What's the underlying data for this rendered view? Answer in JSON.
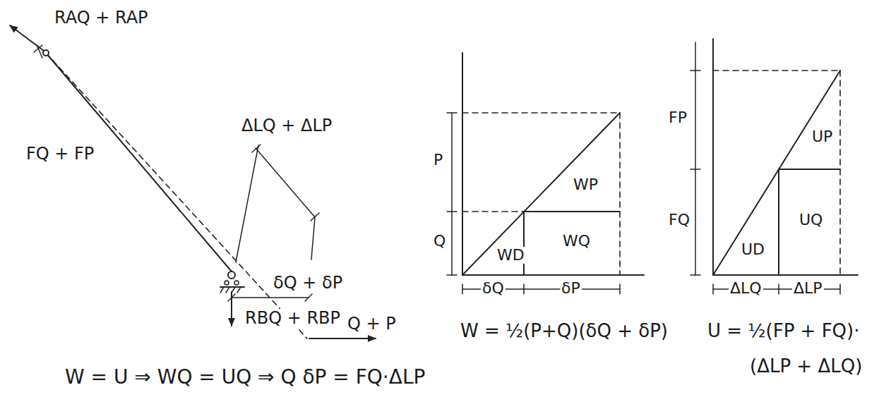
{
  "diagram": {
    "labels": [
      "RAQ + RAP",
      "FQ + FP",
      "ΔLQ + ΔLP",
      "Q + P",
      "δQ + δP",
      "RBQ + RBP",
      "P",
      "Q",
      "WP",
      "WD",
      "WQ",
      "δQ",
      "δP",
      "FP",
      "FQ",
      "UP",
      "UD",
      "UQ",
      "ΔLQ",
      "ΔLP",
      "W = ½(P+Q)(δQ + δP)",
      "U = ½(FP + FQ)·",
      "(ΔLP + ΔLQ)",
      "W = U ⇒ WQ = UQ ⇒ Q δP = FQ·ΔLP"
    ]
  }
}
